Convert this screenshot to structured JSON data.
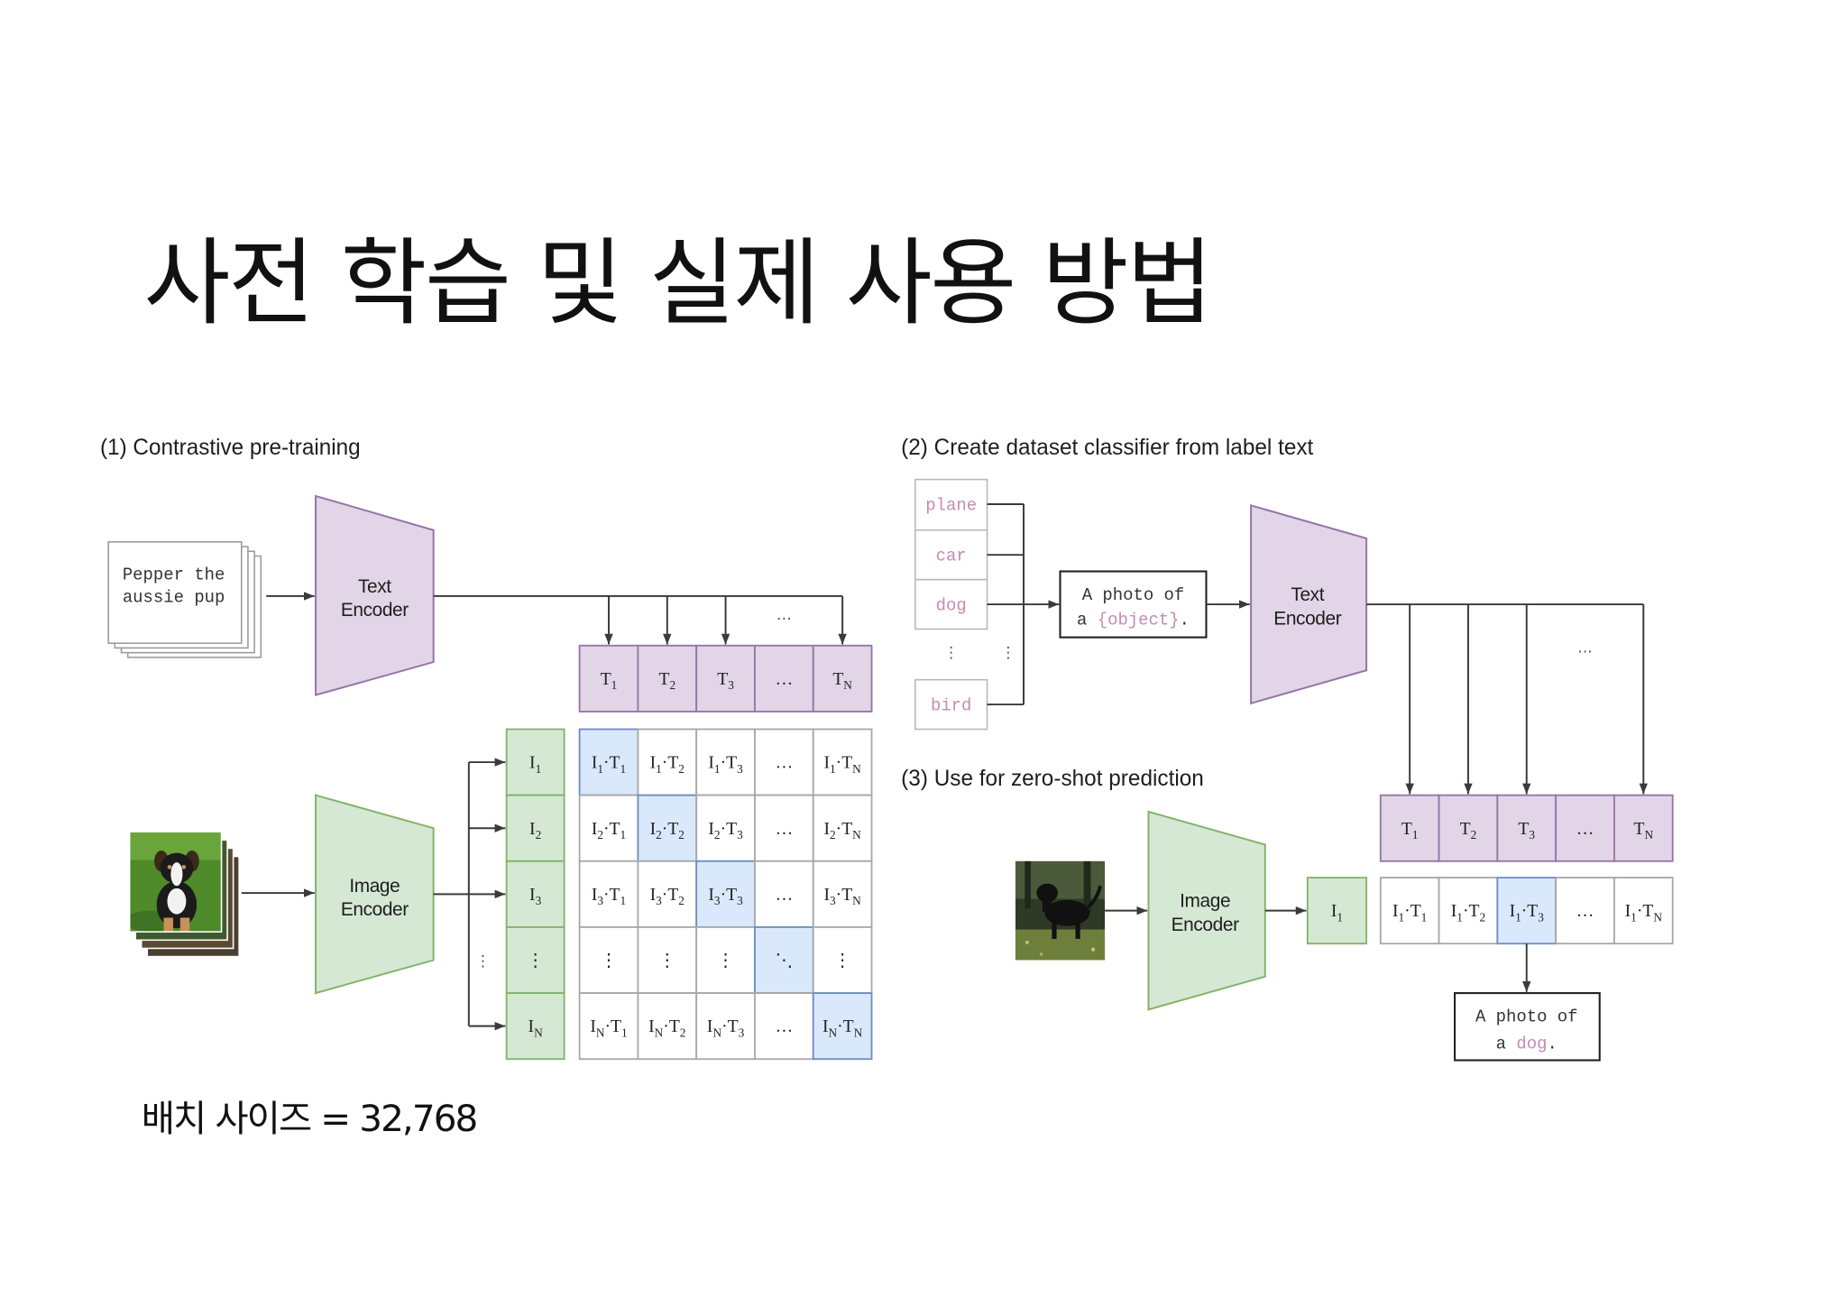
{
  "slide": {
    "title": "사전 학습 및 실제 사용 방법",
    "batch_note": "배치 사이즈 = 32,768"
  },
  "colors": {
    "text_fill": "#e1d5e7",
    "text_stroke": "#9673a6",
    "image_fill": "#d5e8d4",
    "image_stroke": "#82b366",
    "match_fill": "#dae8fc",
    "match_stroke": "#6c8ebf",
    "cell_fill": "#ffffff",
    "cell_stroke": "#a8a8a8",
    "label_text": "#c38bb5"
  },
  "panel1": {
    "label": "(1) Contrastive pre-training",
    "caption": [
      "Pepper the",
      "aussie pup"
    ],
    "text_encoder": [
      "Text",
      "Encoder"
    ],
    "image_encoder": [
      "Image",
      "Encoder"
    ],
    "arrow_ellipsis": "…",
    "side_ellipsis": "⋮",
    "text_tokens": [
      "T1",
      "T2",
      "T3",
      "…",
      "TN"
    ],
    "image_tokens": [
      "I1",
      "I2",
      "I3",
      "⋮",
      "IN"
    ],
    "matrix": [
      [
        "I1·T1",
        "I1·T2",
        "I1·T3",
        "…",
        "I1·TN"
      ],
      [
        "I2·T1",
        "I2·T2",
        "I2·T3",
        "…",
        "I2·TN"
      ],
      [
        "I3·T1",
        "I3·T2",
        "I3·T3",
        "…",
        "I3·TN"
      ],
      [
        "⋮",
        "⋮",
        "⋮",
        "⋱",
        "⋮"
      ],
      [
        "IN·T1",
        "IN·T2",
        "IN·T3",
        "…",
        "IN·TN"
      ]
    ],
    "highlight_cells": [
      [
        0,
        0
      ],
      [
        1,
        1
      ],
      [
        2,
        2
      ],
      [
        3,
        3
      ],
      [
        4,
        4
      ]
    ]
  },
  "panel2": {
    "label": "(2) Create dataset classifier from label text",
    "classes": [
      "plane",
      "car",
      "dog",
      "bird"
    ],
    "class_ellipsis": "⋮",
    "template": {
      "line1": "A photo of",
      "line2_prefix": "a",
      "placeholder": "{object}",
      "line2_suffix": "."
    },
    "text_encoder": [
      "Text",
      "Encoder"
    ],
    "arrow_ellipsis": "...",
    "text_tokens": [
      "T1",
      "T2",
      "T3",
      "…",
      "TN"
    ]
  },
  "panel3": {
    "label": "(3) Use for zero-shot prediction",
    "image_encoder": [
      "Image",
      "Encoder"
    ],
    "image_token": "I1",
    "scores": [
      "I1·T1",
      "I1·T2",
      "I1·T3",
      "…",
      "I1·TN"
    ],
    "best_index": 2,
    "prediction": {
      "line1": "A photo of",
      "line2_prefix": "a",
      "label": "dog",
      "line2_suffix": "."
    }
  }
}
